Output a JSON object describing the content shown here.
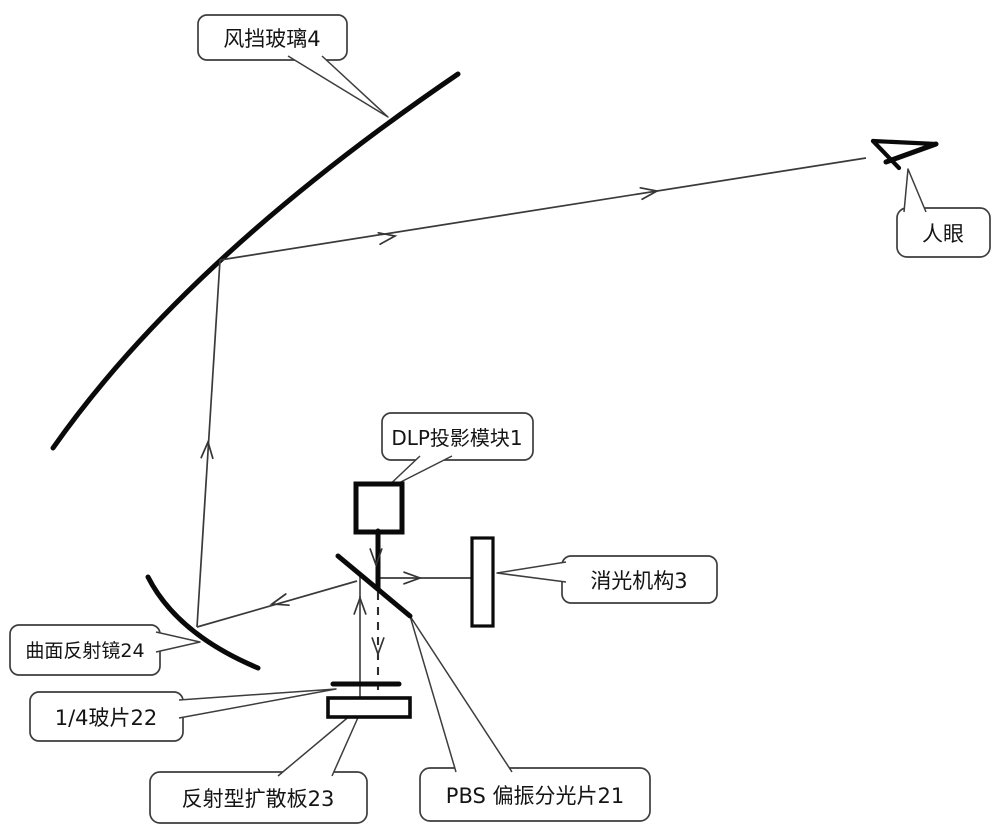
{
  "figure": {
    "type": "patent-optical-diagram",
    "description_labels_visible": true,
    "colors": {
      "background": "#ffffff",
      "thin_line": "#3a3a3a",
      "thick_component": "#0a0a0a",
      "callout_border": "#3d3d3d"
    },
    "labels": {
      "windshield": "风挡玻璃4",
      "human_eye": "人眼",
      "dlp_module": "DLP投影模块1",
      "extinction": "消光机构3",
      "curved_mirror": "曲面反射镜24",
      "quarter_wave_plate": "1/4玻片22",
      "reflective_diffuser": "反射型扩散板23",
      "pbs_splitter": "PBS 偏振分光片21"
    }
  }
}
